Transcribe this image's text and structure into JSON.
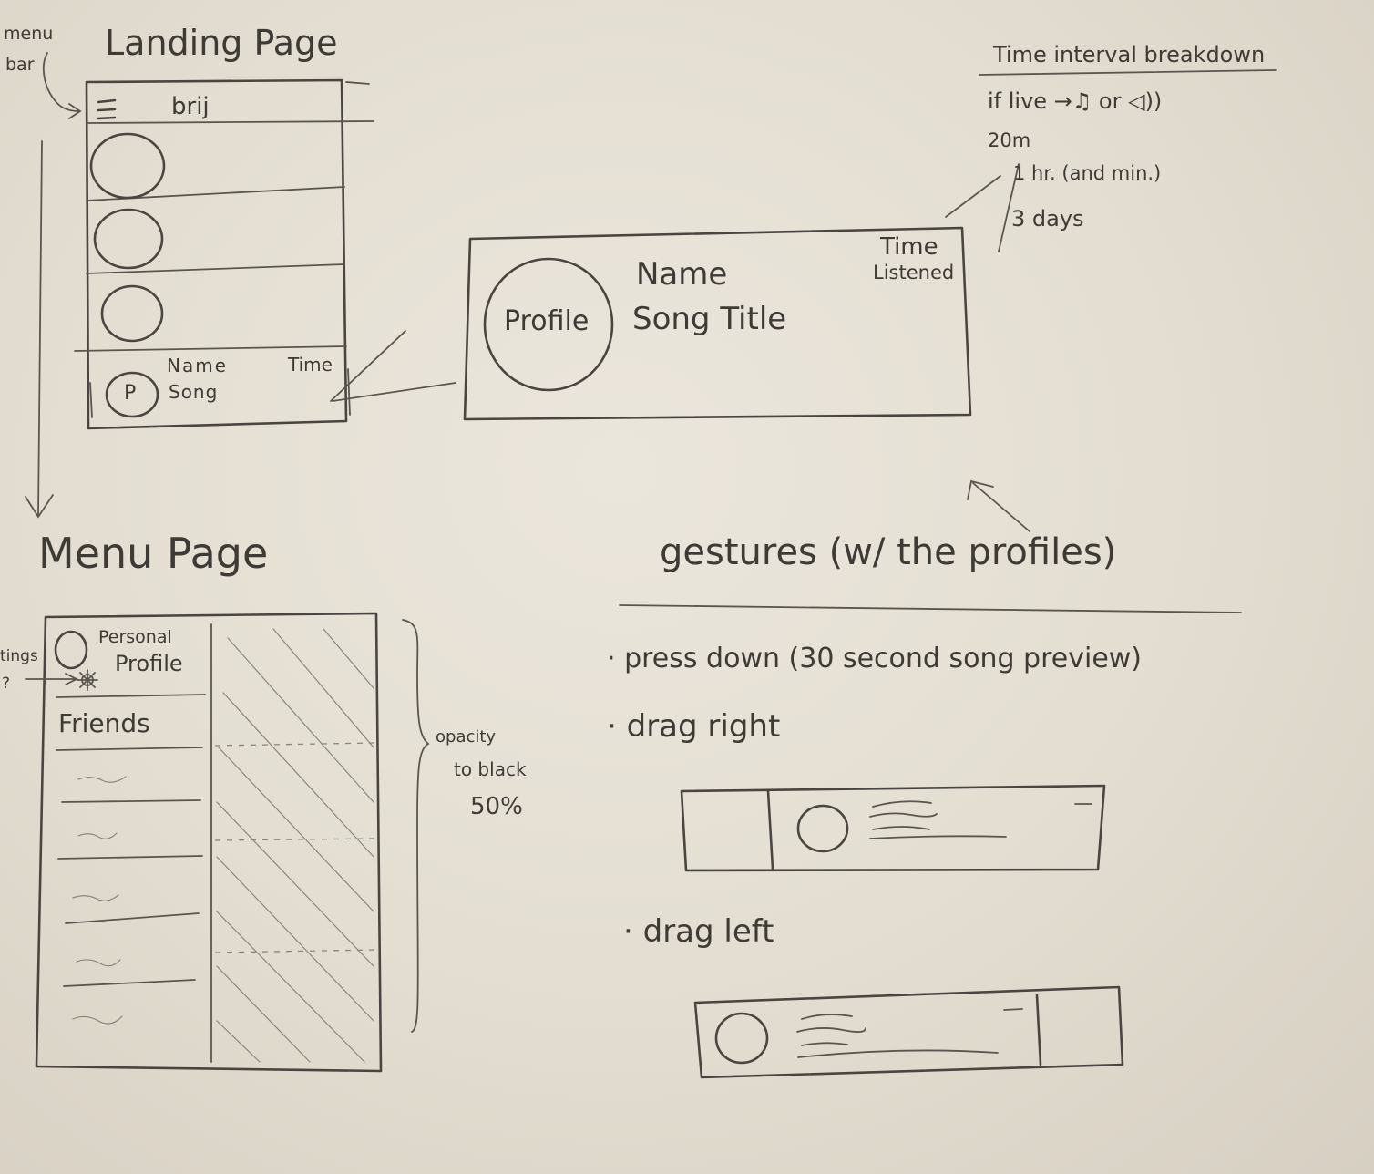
{
  "margin_notes": {
    "menu_bar": [
      "menu",
      "bar"
    ],
    "settings": [
      "tings",
      "?"
    ]
  },
  "landing": {
    "title": "Landing Page",
    "app_name": "brij",
    "row": {
      "avatar": "P",
      "name": "Name",
      "song": "Song",
      "time": "Time"
    }
  },
  "detail": {
    "profile": "Profile",
    "name": "Name",
    "song_title": "Song Title",
    "time_listened": [
      "Time",
      "Listened"
    ]
  },
  "intervals": {
    "title": "Time interval breakdown",
    "items": [
      "if live →♫ or ◁))",
      "20m",
      "1 hr. (and min.)",
      "3 days"
    ]
  },
  "menu": {
    "title": "Menu Page",
    "personal_profile": [
      "Personal",
      "Profile"
    ],
    "friends": "Friends"
  },
  "opacity_note": [
    "opacity",
    "to black",
    "50%"
  ],
  "gestures": {
    "title": "gestures (w/ the profiles)",
    "items": [
      "press down (30 second song preview)",
      "drag right",
      "drag left"
    ]
  }
}
